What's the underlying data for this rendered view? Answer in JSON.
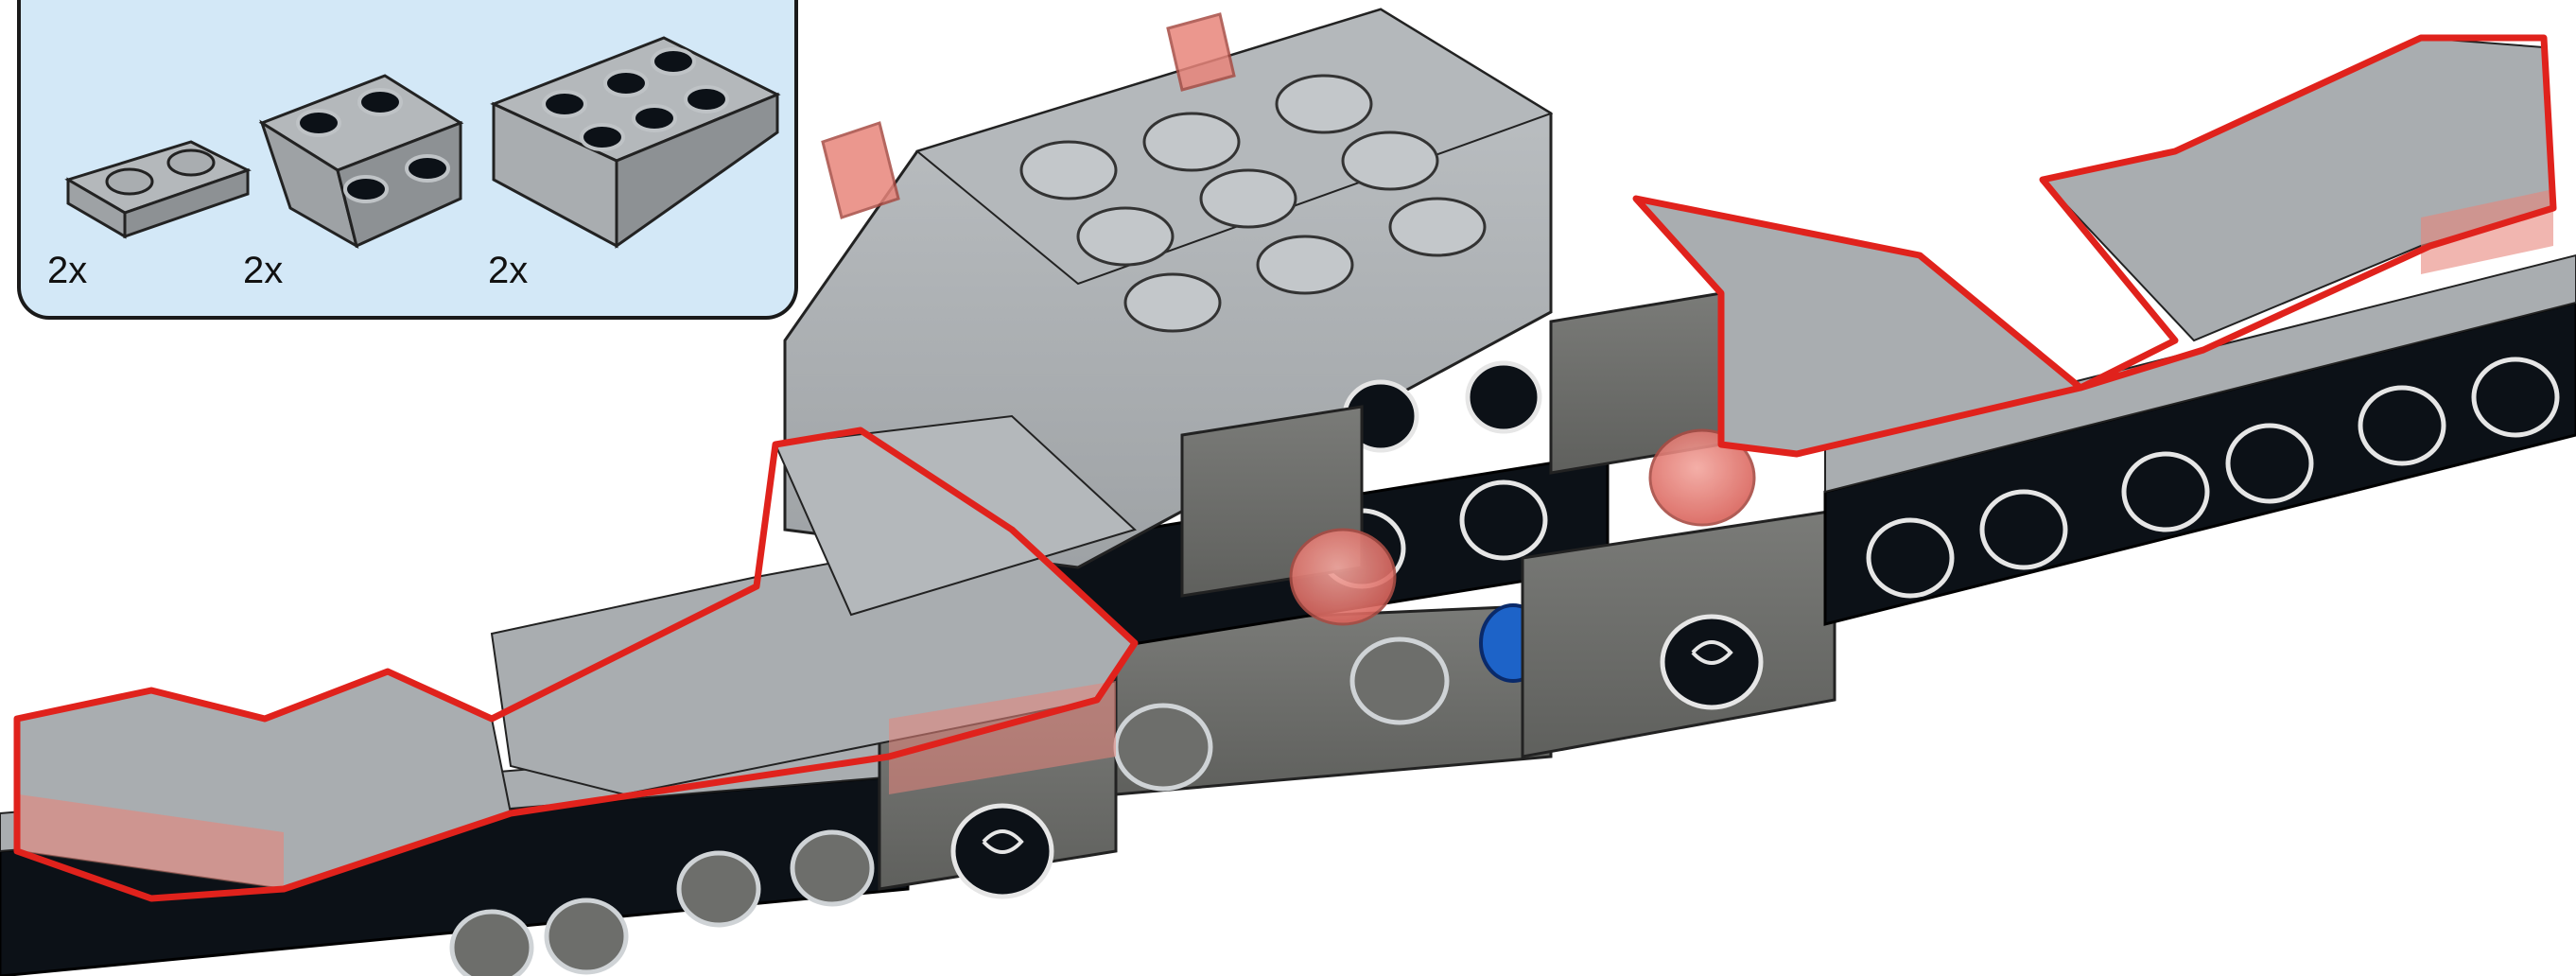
{
  "parts_callout": {
    "items": [
      {
        "icon": "plate-1x2-icon",
        "quantity": "2x"
      },
      {
        "icon": "inverted-slope-plate-icon",
        "quantity": "2x"
      },
      {
        "icon": "inverted-slope-brick-icon",
        "quantity": "2x"
      }
    ]
  },
  "colors": {
    "callout_background": "#d3e8f7",
    "light_gray": "#a9adb0",
    "dark_gray": "#6d6e6b",
    "black": "#0c1117",
    "highlight": "#e0221c",
    "trans_red": "#e8857b",
    "blue": "#1d63c8"
  }
}
